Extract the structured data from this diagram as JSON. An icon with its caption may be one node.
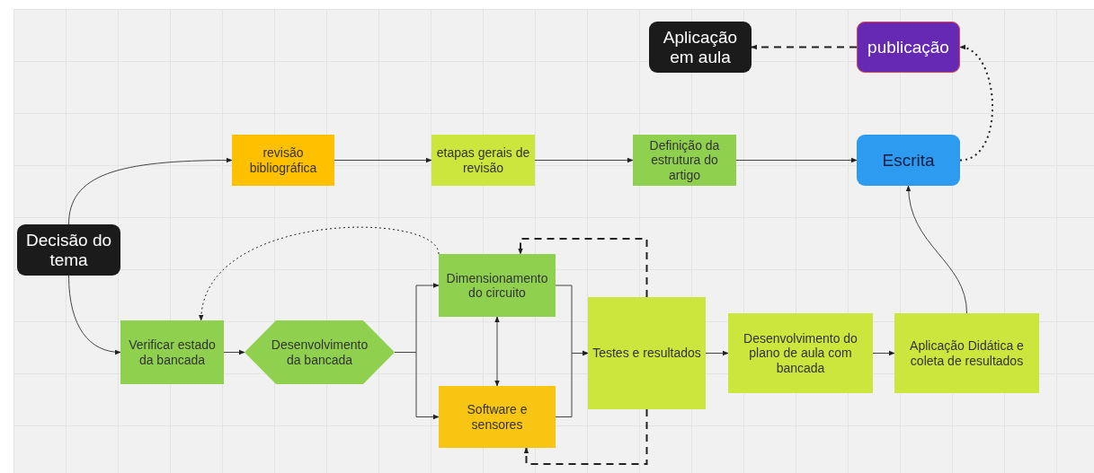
{
  "diagram": {
    "nodes": [
      {
        "text": [
          "Aplicação em aula"
        ]
      },
      {
        "text": [
          "publicação"
        ]
      },
      {
        "text": [
          "revisão bibliográfica"
        ]
      },
      {
        "text": [
          "etapas gerais de revisão"
        ]
      },
      {
        "text": [
          "Definição da estrutura do artigo"
        ]
      },
      {
        "text": [
          "Escrita"
        ]
      },
      {
        "text": [
          "Decisão do tema"
        ]
      },
      {
        "text": [
          "Verificar estado da bancada"
        ]
      },
      {
        "text": [
          "Desenvolvimento da bancada"
        ]
      },
      {
        "text": [
          "Dimensionamento do circuito"
        ]
      },
      {
        "text": [
          "Testes e resultados"
        ]
      },
      {
        "text": [
          "Desenvolvimento do plano de aula com bancada"
        ]
      },
      {
        "text": [
          "Aplicação Didática e coleta de resultados"
        ]
      },
      {
        "text": [
          "Software e sensores"
        ]
      }
    ],
    "edges": [
      {
        "from": 6,
        "to": 2,
        "arrow": "to"
      },
      {
        "from": 6,
        "to": 7,
        "arrow": "to"
      },
      {
        "from": 2,
        "to": 3,
        "arrow": "to"
      },
      {
        "from": 3,
        "to": 4,
        "arrow": "to"
      },
      {
        "from": 4,
        "to": 5,
        "arrow": "to"
      },
      {
        "from": 5,
        "to": 1,
        "arrow": "to",
        "style": "dashed"
      },
      {
        "from": 1,
        "to": 0,
        "arrow": "to",
        "style": "dashed"
      },
      {
        "from": 7,
        "to": 8,
        "arrow": "to"
      },
      {
        "from": 8,
        "to": 9,
        "arrow": "to"
      },
      {
        "from": 8,
        "to": 13,
        "arrow": "to"
      },
      {
        "from": 9,
        "to": 13,
        "arrow": "both"
      },
      {
        "from": 9,
        "to": 7,
        "arrow": "to",
        "style": "dashed"
      },
      {
        "from": 9,
        "to": 10,
        "arrow": "to"
      },
      {
        "from": 13,
        "to": 10,
        "arrow": "to"
      },
      {
        "from": 10,
        "to": 9,
        "arrow": "to",
        "style": "dashed"
      },
      {
        "from": 10,
        "to": 13,
        "arrow": "to",
        "style": "dashed"
      },
      {
        "from": 10,
        "to": 11,
        "arrow": "to"
      },
      {
        "from": 11,
        "to": 12,
        "arrow": "to"
      },
      {
        "from": 12,
        "to": 5,
        "arrow": "to"
      }
    ]
  }
}
